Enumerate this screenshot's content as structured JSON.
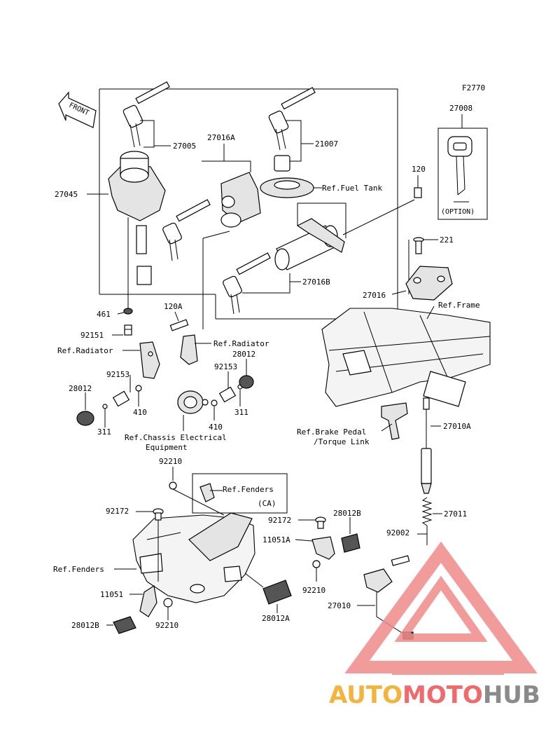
{
  "figure_code": "F2770",
  "front_label": "FRONT",
  "option_label": "(OPTION)",
  "parts": {
    "p27005": "27005",
    "p27016A": "27016A",
    "p21007": "21007",
    "p27008": "27008",
    "p27045": "27045",
    "p120": "120",
    "p221": "221",
    "p27016B": "27016B",
    "p27016": "27016",
    "p461": "461",
    "p120A": "120A",
    "p92151": "92151",
    "p92153a": "92153",
    "p92153b": "92153",
    "p28012a": "28012",
    "p28012b": "28012",
    "p410a": "410",
    "p410b": "410",
    "p311a": "311",
    "p311b": "311",
    "p27010A": "27010A",
    "p92210a": "92210",
    "p92172a": "92172",
    "p92172b": "92172",
    "p28012B_a": "28012B",
    "p11051A": "11051A",
    "p27011": "27011",
    "p92002": "92002",
    "p11051": "11051",
    "p92210b": "92210",
    "p92210c": "92210",
    "p28012B_b": "28012B",
    "p28012A": "28012A",
    "p27010": "27010"
  },
  "refs": {
    "fuel_tank": "Ref.Fuel Tank",
    "frame": "Ref.Frame",
    "radiator_left": "Ref.Radiator",
    "radiator_mid": "Ref.Radiator",
    "chassis_1": "Ref.Chassis Electrical",
    "chassis_2": "Equipment",
    "brake_1": "Ref.Brake Pedal",
    "brake_2": "/Torque Link",
    "fenders_ca_1": "Ref.Fenders",
    "fenders_ca_2": "(CA)",
    "fenders": "Ref.Fenders"
  },
  "watermark": {
    "part1": "AUTO",
    "part2": "MOTO",
    "part3": "HUB",
    "color_auto": "#f4b33d",
    "color_moto": "#ef6a6a",
    "color_hub": "#8a8a8a"
  }
}
